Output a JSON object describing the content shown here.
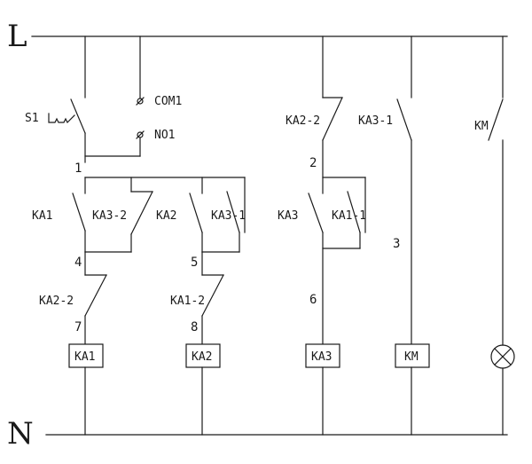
{
  "rails": {
    "top": "L",
    "bottom": "N"
  },
  "switch": {
    "name": "S1",
    "com": "COM1",
    "no": "NO1"
  },
  "contacts": {
    "ka1": "KA1",
    "ka3_2": "KA3-2",
    "ka2": "KA2",
    "ka3_1_a": "KA3-1",
    "ka2_2_a": "KA2-2",
    "ka1_2": "KA1-2",
    "ka2_2_b": "KA2-2",
    "ka3": "KA3",
    "ka1_1": "KA1-1",
    "ka3_1_b": "KA3-1",
    "km": "KM"
  },
  "coils": {
    "ka1": "KA1",
    "ka2": "KA2",
    "ka3": "KA3",
    "km": "KM"
  },
  "nodes": {
    "n1": "1",
    "n2": "2",
    "n3": "3",
    "n4": "4",
    "n5": "5",
    "n6": "6",
    "n7": "7",
    "n8": "8"
  },
  "lamp": {
    "symbol": "lamp"
  }
}
